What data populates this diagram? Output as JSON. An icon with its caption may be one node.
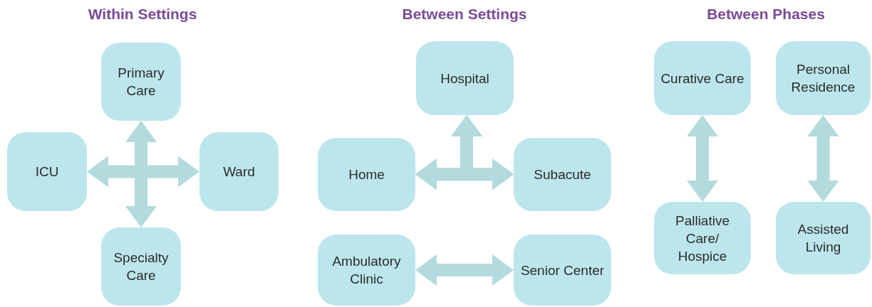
{
  "diagram": {
    "nodes": [
      {
        "text": [
          "Primary Care"
        ]
      },
      {
        "text": [
          "ICU"
        ]
      },
      {
        "text": [
          "Ward"
        ]
      },
      {
        "text": [
          "Specialty Care"
        ]
      },
      {
        "text": [
          "Hospital"
        ]
      },
      {
        "text": [
          "Home"
        ]
      },
      {
        "text": [
          "Subacute"
        ]
      },
      {
        "text": [
          "Ambulatory Clinic"
        ]
      },
      {
        "text": [
          "Senior Center"
        ]
      },
      {
        "text": [
          "Curative Care"
        ]
      },
      {
        "text": [
          "Personal Residence"
        ]
      },
      {
        "text": [
          "Palliative Care/ Hospice"
        ]
      },
      {
        "text": [
          "Assisted Living"
        ]
      }
    ],
    "edges": [
      {
        "from": 1,
        "to": 2,
        "arrow": "both"
      },
      {
        "from": 0,
        "to": 3,
        "arrow": "both"
      },
      {
        "from": 5,
        "to": 6,
        "arrow": "both"
      },
      {
        "from": 5,
        "to": 4,
        "arrow": "both"
      },
      {
        "from": 6,
        "to": 4,
        "arrow": "both"
      },
      {
        "from": 7,
        "to": 8,
        "arrow": "both"
      },
      {
        "from": 9,
        "to": 11,
        "arrow": "both"
      },
      {
        "from": 10,
        "to": 12,
        "arrow": "both"
      }
    ],
    "labels": [
      "Within Settings",
      "Between Settings",
      "Between Phases"
    ]
  }
}
